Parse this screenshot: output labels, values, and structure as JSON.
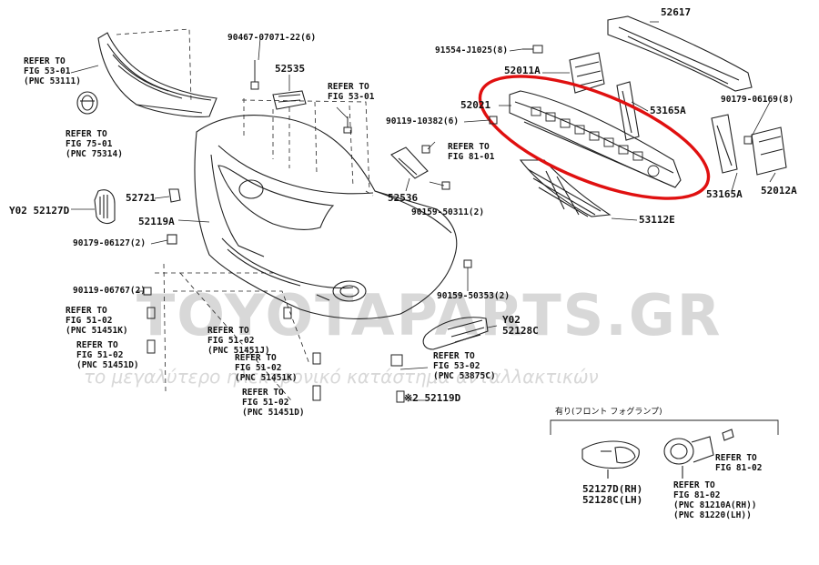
{
  "watermark": {
    "brand": "TOYOTAPARTS.GR",
    "tagline": "το μεγαλύτερο ηλεκτρονικό κατάστημα ανταλλακτικών"
  },
  "highlight": {
    "color": "#e01010",
    "encircles": "52021"
  },
  "parts": {
    "p52617": "52617",
    "p91554": "91554-J1025(8)",
    "p52011a": "52011A",
    "p52021": "52021",
    "p90119_10382": "90119-10382(6)",
    "p53165a_top": "53165A",
    "p90179_06169": "90179-06169(8)",
    "p53165a_bot": "53165A",
    "p52012a": "52012A",
    "p53112e": "53112E",
    "p90467": "90467-07071-22(6)",
    "p52535": "52535",
    "p52536": "52536",
    "p90159_50311": "90159-50311(2)",
    "p52721": "52721",
    "p52119a": "52119A",
    "p90179_06127": "90179-06127(2)",
    "p90119_06767": "90119-06767(2)",
    "p90159_50353": "90159-50353(2)",
    "p52128c_pre": "Y02",
    "p52128c": "52128C",
    "p52127d": "Y02 52127D",
    "p52119d": "※2 52119D",
    "opt_52127d": "52127D(RH)",
    "opt_52128c": "52128C(LH)"
  },
  "refs": {
    "r53_01_top": "REFER TO\nFIG 53-01\n(PNC 53111)",
    "r75_01": "REFER TO\nFIG 75-01\n(PNC 75314)",
    "r53_01_right": "REFER TO\nFIG 53-01",
    "r81_01": "REFER TO\nFIG 81-01",
    "r51_02_a": "REFER TO\nFIG 51-02\n(PNC 51451K)",
    "r51_02_b": "REFER TO\nFIG 51-02\n(PNC 51451D)",
    "r51_02_c": "REFER TO\nFIG 51-02\n(PNC 51451J)",
    "r51_02_d": "REFER TO\nFIG 51-02\n(PNC 51451K)",
    "r51_02_e": "REFER TO\nFIG 51-02\n(PNC 51451D)",
    "r53_02": "REFER TO\nFIG 53-02\n(PNC 53875C)",
    "r81_02_a": "REFER TO\nFIG 81-02",
    "r81_02_b": "REFER TO\nFIG 81-02\n(PNC 81210A(RH))\n(PNC 81220(LH))"
  },
  "option_box": {
    "title": "有り(フロント フォグランプ)"
  }
}
